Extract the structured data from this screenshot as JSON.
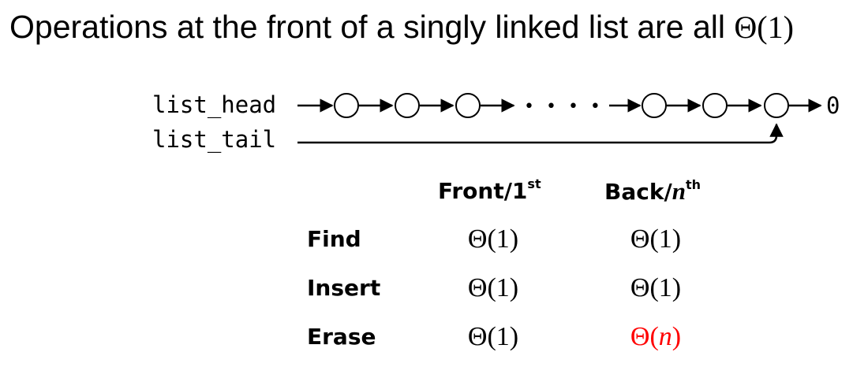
{
  "title": {
    "text": "Operations at the front of a singly linked list are all ",
    "complexity": "Θ(1)"
  },
  "diagram": {
    "head_label": "list_head",
    "tail_label": "list_tail",
    "ellipsis": "• • • •",
    "terminator": "0",
    "node_count_left": 3,
    "node_count_right": 3
  },
  "table": {
    "columns": {
      "front_main": "Front/1",
      "front_sup": "st",
      "back_main": "Back/",
      "back_var": "n",
      "back_sup": "th"
    },
    "rows": [
      {
        "label": "Find",
        "front": "Θ(1)",
        "back": "Θ(1)"
      },
      {
        "label": "Insert",
        "front": "Θ(1)",
        "back": "Θ(1)"
      },
      {
        "label": "Erase",
        "front": "Θ(1)",
        "back": "Θ(n)"
      }
    ]
  },
  "colors": {
    "text": "#000000",
    "highlight": "#ff0000"
  }
}
